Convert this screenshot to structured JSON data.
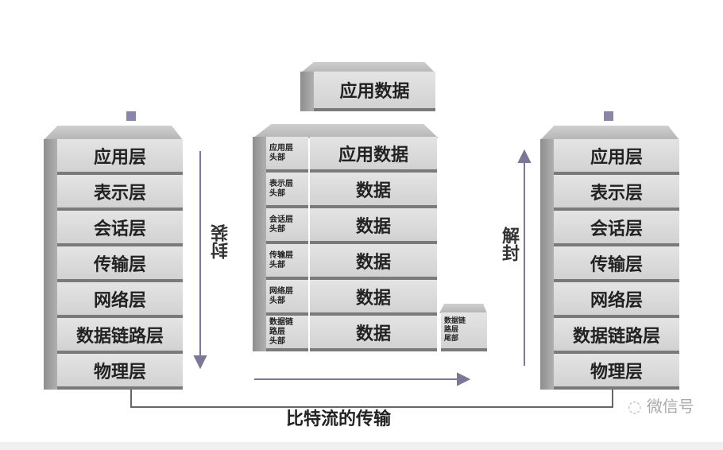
{
  "left_stack": {
    "layers": [
      "应用层",
      "表示层",
      "会话层",
      "传输层",
      "网络层",
      "数据链路层",
      "物理层"
    ]
  },
  "right_stack": {
    "layers": [
      "应用层",
      "表示层",
      "会话层",
      "传输层",
      "网络层",
      "数据链路层",
      "物理层"
    ]
  },
  "middle": {
    "top_block": "应用数据",
    "rows": [
      {
        "header": "应用层\n头部",
        "data": "应用数据"
      },
      {
        "header": "表示层\n头部",
        "data": "数据"
      },
      {
        "header": "会话层\n头部",
        "data": "数据"
      },
      {
        "header": "传输层\n头部",
        "data": "数据"
      },
      {
        "header": "网络层\n头部",
        "data": "数据"
      },
      {
        "header": "数据链\n路层\n头部",
        "data": "数据"
      }
    ],
    "trailer": "数据链\n路层\n尾部"
  },
  "labels": {
    "encapsulation": "封装",
    "decapsulation": "解封",
    "bitstream": "比特流的传输",
    "watermark": "微信号"
  },
  "colors": {
    "arrow": "#7a7898",
    "block": "#dcdcdc",
    "side": "#9a9a9a"
  }
}
